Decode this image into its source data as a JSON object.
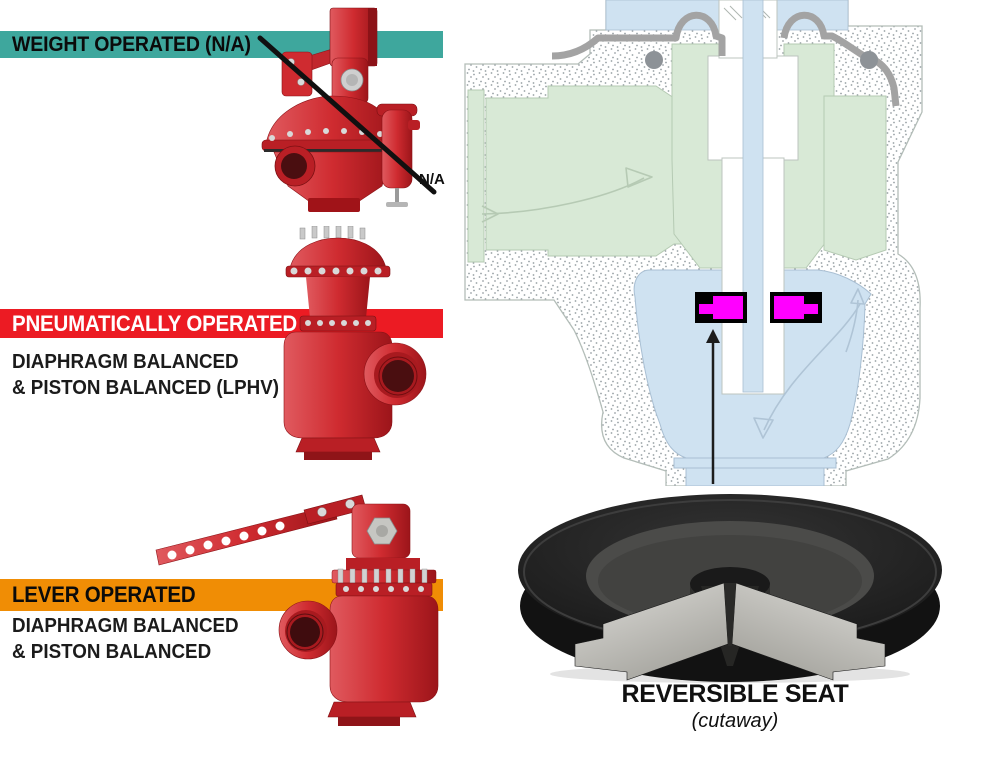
{
  "sections": [
    {
      "id": "weight-operated",
      "label": "WEIGHT OPERATED (N/A)",
      "banner_color": "#3EA79D",
      "text_color": "#0B0B0B",
      "note": "N/A",
      "lines": []
    },
    {
      "id": "pneumatically-operated",
      "label": "PNEUMATICALLY OPERATED",
      "banner_color": "#EC1B23",
      "text_color": "#FFFFFF",
      "lines": [
        "DIAPHRAGM BALANCED",
        "& PISTON BALANCED (LPHV)"
      ]
    },
    {
      "id": "lever-operated",
      "label": "LEVER OPERATED",
      "banner_color": "#F08D05",
      "text_color": "#0B0B0B",
      "lines": [
        "DIAPHRAGM BALANCED",
        "& PISTON BALANCED"
      ]
    }
  ],
  "cutaway": {
    "caption_title": "REVERSIBLE SEAT",
    "caption_sub": "(cutaway)",
    "seat_highlight_color": "#FF00FF",
    "body_green": "#D8E9D6",
    "cavity_blue": "#CFE2F1",
    "diaphragm_gray": "#A3A3A3",
    "seat_frame_color": "#000000"
  },
  "valve_colors": {
    "valve_red": "#CF2B30",
    "valve_red_dark": "#9C151A",
    "metal_silver": "#D2D2D2"
  },
  "icons": {
    "na_slash": "diagonal-strikethrough-line",
    "seat_pointer": "up-arrow"
  }
}
